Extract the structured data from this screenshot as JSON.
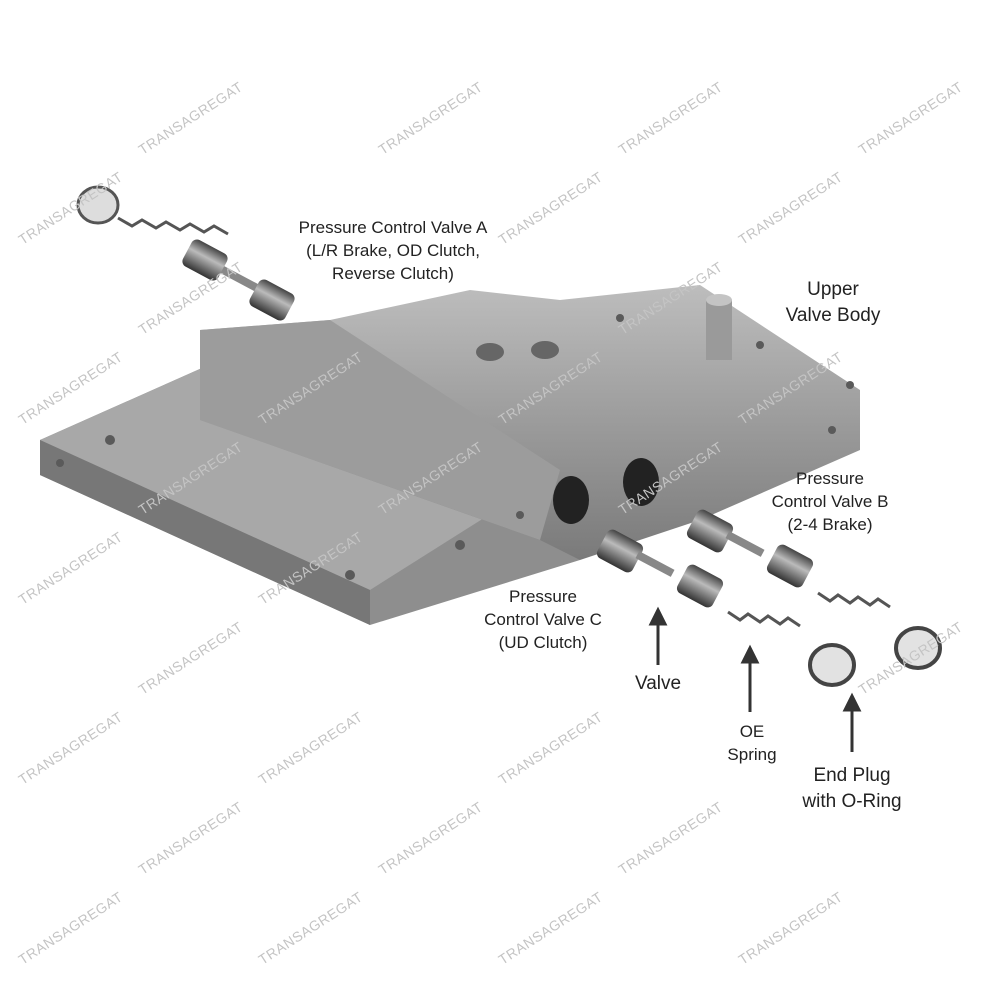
{
  "watermark": "TRANSAGREGAT",
  "labels": {
    "pcv_a": [
      "Pressure Control Valve A",
      "(L/R Brake, OD Clutch,",
      "Reverse Clutch)"
    ],
    "upper_valve_body": [
      "Upper",
      "Valve Body"
    ],
    "pcv_b": [
      "Pressure",
      "Control Valve B",
      "(2-4 Brake)"
    ],
    "pcv_c": [
      "Pressure",
      "Control Valve C",
      "(UD Clutch)"
    ],
    "valve": "Valve",
    "oe_spring": [
      "OE",
      "Spring"
    ],
    "end_plug": [
      "End Plug",
      "with O-Ring"
    ]
  },
  "colors": {
    "metal": "#9a9a9a",
    "metal_dark": "#6e6e6e",
    "metal_light": "#c8c8c8",
    "text": "#222222"
  }
}
